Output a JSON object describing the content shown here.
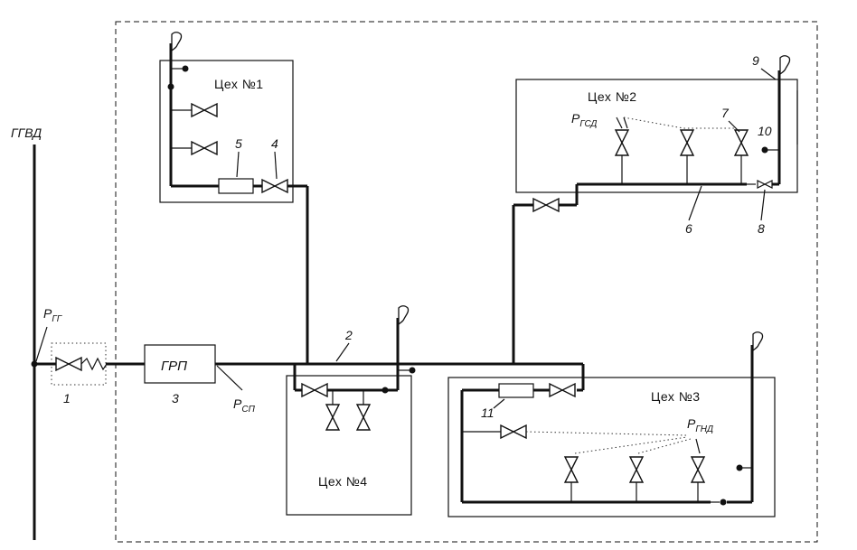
{
  "labels": {
    "main_line": "ГГВД",
    "grp": "ГРП",
    "shop1": "Цех №1",
    "shop2": "Цех №2",
    "shop3": "Цех №3",
    "shop4": "Цех №4"
  },
  "pressures": {
    "p_gg": {
      "main": "P",
      "sub": "ГГ"
    },
    "p_sp": {
      "main": "P",
      "sub": "СП"
    },
    "p_gsd": {
      "main": "P",
      "sub": "ГСД"
    },
    "p_gnd": {
      "main": "P",
      "sub": "ГНД"
    }
  },
  "numbers": {
    "n1": "1",
    "n2": "2",
    "n3": "3",
    "n4": "4",
    "n5": "5",
    "n6": "6",
    "n7": "7",
    "n8": "8",
    "n9": "9",
    "n10": "10",
    "n11": "11"
  }
}
